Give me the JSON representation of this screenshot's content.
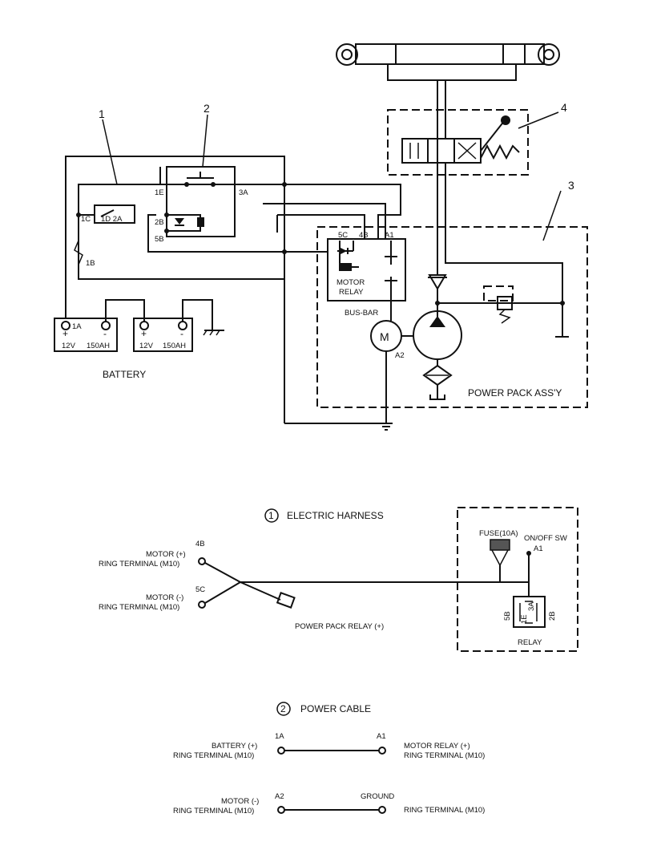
{
  "top": {
    "callouts": [
      "1",
      "2",
      "3",
      "4"
    ],
    "terminals": {
      "t1E": "1E",
      "t3A": "3A",
      "t1C": "1C",
      "t1D2A": "1D 2A",
      "t2B": "2B",
      "t5B": "5B",
      "t1B": "1B",
      "t5C": "5C",
      "t4B": "4B",
      "tA1": "A1",
      "tA2": "A2",
      "t1A": "1A"
    },
    "motor_relay": [
      "MOTOR",
      "RELAY"
    ],
    "bus_bar": "BUS-BAR",
    "motor_letter": "M",
    "battery_1": {
      "voltage": "12V",
      "capacity": "150AH",
      "plus": "+",
      "minus": "-"
    },
    "battery_2": {
      "voltage": "12V",
      "capacity": "150AH",
      "plus": "+",
      "minus": "-"
    },
    "battery_label": "BATTERY",
    "power_pack_label": "POWER PACK ASS'Y"
  },
  "harness": {
    "number": "1",
    "title": "ELECTRIC HARNESS",
    "t4B": "4B",
    "motor_plus": [
      "MOTOR (+)",
      "RING TERMINAL (M10)"
    ],
    "t5C": "5C",
    "motor_minus": [
      "MOTOR (-)",
      "RING TERMINAL (M10)"
    ],
    "power_pack_relay": "POWER PACK RELAY (+)",
    "fuse": "FUSE(10A)",
    "switch": "ON/OFF SW",
    "a1": "A1",
    "relay_pins": {
      "p5B": "5B",
      "p1E": "1E",
      "p3A": "3A",
      "p2B": "2B"
    },
    "relay": "RELAY"
  },
  "cable": {
    "number": "2",
    "title": "POWER CABLE",
    "row1": {
      "left": [
        "BATTERY (+)",
        "RING TERMINAL (M10)"
      ],
      "end_a": "1A",
      "end_b": "A1",
      "right": [
        "MOTOR RELAY (+)",
        "RING TERMINAL (M10)"
      ]
    },
    "row2": {
      "left": [
        "MOTOR (-)",
        "RING TERMINAL (M10)"
      ],
      "end_a": "A2",
      "end_b": "GROUND",
      "right": [
        "RING TERMINAL (M10)"
      ]
    }
  }
}
